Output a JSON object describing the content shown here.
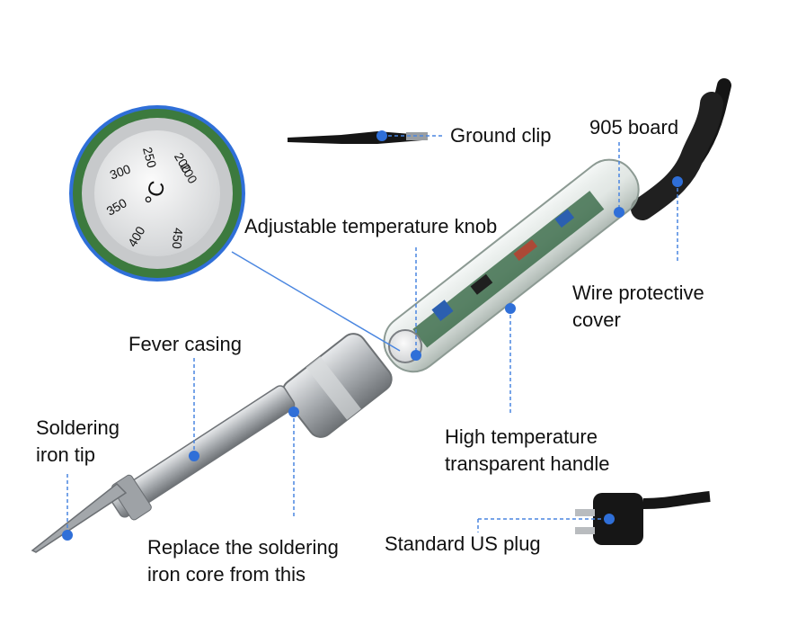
{
  "labels": {
    "ground_clip": "Ground clip",
    "board": "905 board",
    "knob": "Adjustable temperature knob",
    "wire_cover_1": "Wire protective",
    "wire_cover_2": "cover",
    "fever_casing": "Fever casing",
    "tip_1": "Soldering",
    "tip_2": "iron tip",
    "handle_1": "High temperature",
    "handle_2": "transparent handle",
    "core_1": "Replace the soldering",
    "core_2": "iron core from this",
    "plug": "Standard US plug"
  },
  "dial": {
    "marks": [
      "200",
      "250",
      "300",
      "350",
      "400",
      "450"
    ],
    "unit": "°C"
  },
  "colors": {
    "accent": "#2f6fd8",
    "leader": "#4a86e0",
    "metal": "#b9bcbf",
    "cable": "#151515"
  }
}
